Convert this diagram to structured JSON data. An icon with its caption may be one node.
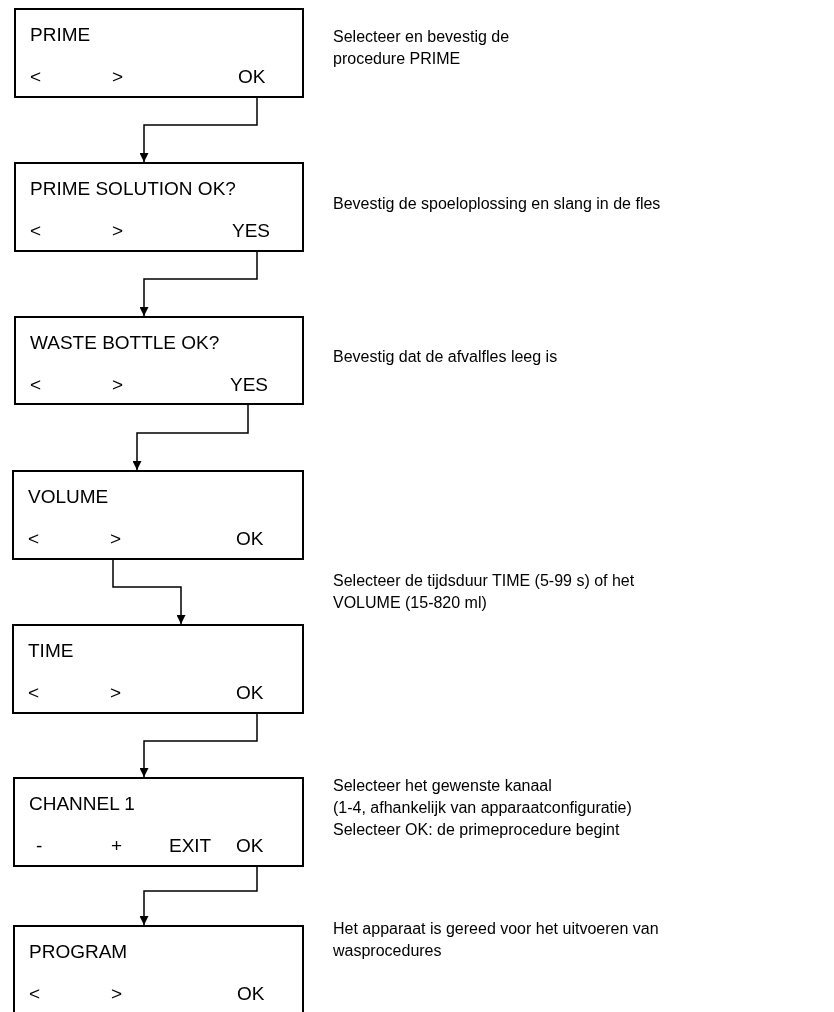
{
  "diagram": {
    "nodes": [
      {
        "text": [
          "PRIME",
          "<",
          ">",
          "OK"
        ],
        "beside": [
          "Selecteer en bevestig de procedure PRIME"
        ]
      },
      {
        "text": [
          "PRIME SOLUTION OK?",
          "<",
          ">",
          "YES"
        ],
        "beside": [
          "Bevestig de spoeloplossing en slang in de fles"
        ]
      },
      {
        "text": [
          "WASTE BOTTLE OK?",
          "<",
          ">",
          "YES"
        ],
        "beside": [
          "Bevestig dat de afvalfles leeg is"
        ]
      },
      {
        "text": [
          "VOLUME",
          "<",
          ">",
          "OK"
        ]
      },
      {
        "text": [
          "TIME",
          "<",
          ">",
          "OK"
        ]
      },
      {
        "text": [
          "CHANNEL 1",
          "-",
          "+",
          "EXIT",
          "OK"
        ],
        "beside": [
          "Selecteer het gewenste kanaal",
          "(1-4, afhankelijk van apparaatconfiguratie)",
          "Selecteer OK: de primeprocedure begint"
        ]
      },
      {
        "text": [
          "PROGRAM",
          "<",
          ">",
          "OK"
        ],
        "beside": [
          "Het apparaat is gereed voor het uitvoeren van wasprocedures"
        ]
      }
    ],
    "edges": [
      {
        "from": 0,
        "to": 1,
        "arrow": "to"
      },
      {
        "from": 1,
        "to": 2,
        "arrow": "to"
      },
      {
        "from": 2,
        "to": 3,
        "arrow": "to"
      },
      {
        "from": 3,
        "to": 4,
        "arrow": "to"
      },
      {
        "from": 4,
        "to": 5,
        "arrow": "to"
      },
      {
        "from": 5,
        "to": 6,
        "arrow": "to"
      }
    ],
    "labels": [
      "Selecteer de tijdsduur TIME (5-99 s) of het VOLUME (15-820 ml)"
    ]
  }
}
